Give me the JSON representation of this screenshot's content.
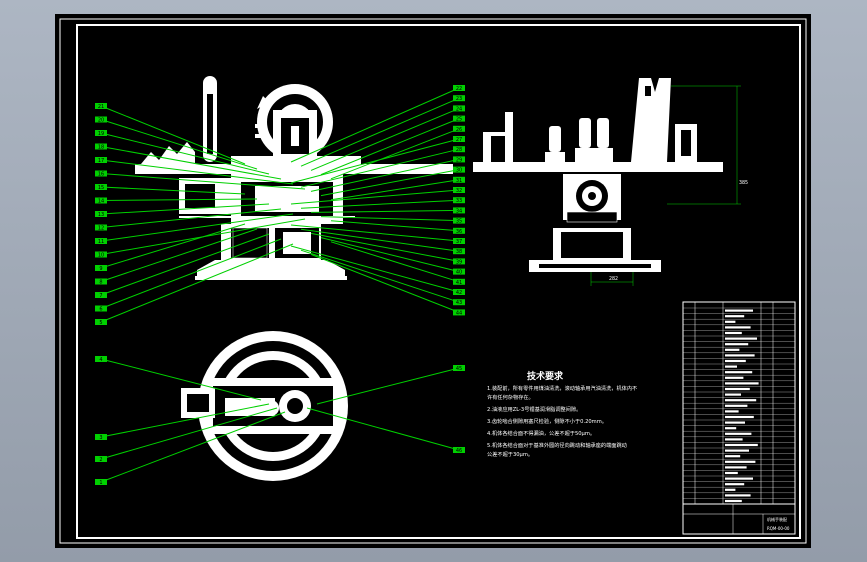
{
  "drawing": {
    "tech_requirements": {
      "title": "技术要求",
      "lines": [
        "1.装配前，所有零件用煤油清洗，滚动轴承用汽油清洗，机体内不",
        "  许有任何杂物存在。",
        "2.油液应用ZL-3号锂基润滑脂调整间隙。",
        "3.齿轮啮合侧隙用塞尺检验，侧隙不小于0.20mm。",
        "4.机体各结合面不得漏油，公差不超于50μm。",
        "5.机体各结合面对于基准外圆的径向跳动和轴承座的端面跳动",
        "  公差不超于30μm。"
      ]
    },
    "dimensions": {
      "height_dim": "385",
      "base_dim": "282"
    },
    "balloons_left": [
      "21",
      "20",
      "19",
      "18",
      "17",
      "16",
      "15",
      "14",
      "13",
      "12",
      "11",
      "10",
      "9",
      "8",
      "7",
      "6",
      "5"
    ],
    "balloons_right": [
      "22",
      "23",
      "24",
      "25",
      "26",
      "27",
      "28",
      "29",
      "30",
      "31",
      "32",
      "33",
      "34",
      "35",
      "36",
      "37",
      "38",
      "39",
      "40",
      "41",
      "42",
      "43",
      "44"
    ],
    "balloons_bottom_left": [
      "4",
      "3",
      "2",
      "1"
    ],
    "balloons_bottom_right": [
      "45",
      "46"
    ],
    "title_block": {
      "title": "机械手装配",
      "drawing_no": "RQM-00-00"
    }
  }
}
